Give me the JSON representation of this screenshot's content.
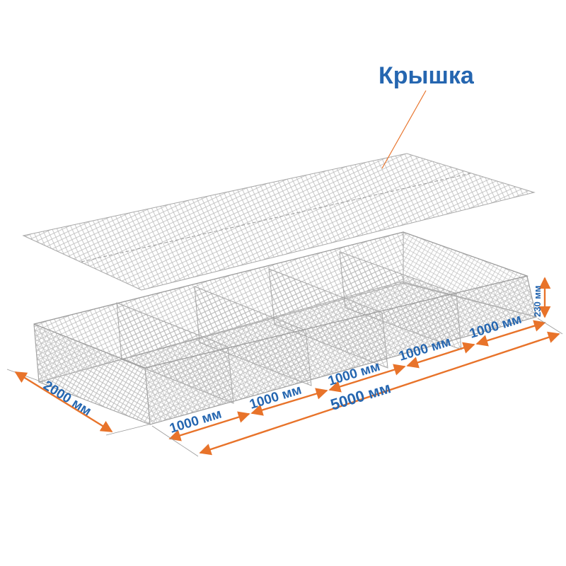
{
  "lid_label": "Крышка",
  "dimensions": {
    "width": "2000 мм",
    "length": "5000 мм",
    "height": "230 мм",
    "sections": [
      "1000 мм",
      "1000 мм",
      "1000 мм",
      "1000 мм",
      "1000 мм"
    ]
  },
  "colors": {
    "label": "#2566b0",
    "arrow": "#e8732a",
    "mesh": "#b8b8b8"
  }
}
